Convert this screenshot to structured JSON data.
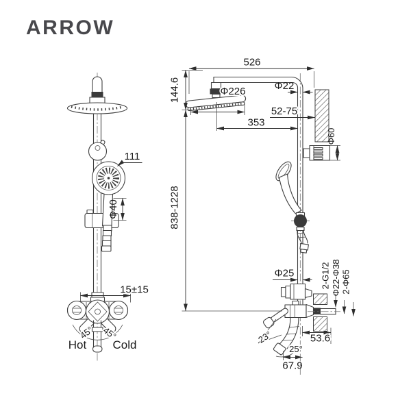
{
  "brand": {
    "logo": "ARROW"
  },
  "colors": {
    "line": "#3f3f3f",
    "text": "#1a1a1a",
    "logo": "#48484c",
    "background": "#ffffff",
    "hatch": "#5a5a5a"
  },
  "front_view": {
    "labels": {
      "hand_shower_diameter": "111",
      "hose_diameter": "Φ40",
      "inlet_offset": "15±15",
      "left_handle_angle": "45°",
      "right_handle_angle": "45°",
      "hot_inlet": "Hot",
      "cold_inlet": "Cold"
    }
  },
  "side_view": {
    "labels": {
      "arm_width": "526",
      "head_drop": "144.6",
      "head_diameter": "Φ226",
      "pipe_diameter": "Φ22",
      "wall_clearance": "52-75",
      "arm_projection": "353",
      "bracket_diameter": "Φ60",
      "riser_height_range": "838-1228",
      "hose_fitting_diameter": "Φ25",
      "inlet_thread": "2-G1/2",
      "concealed_pipe_range": "Φ22-Φ38",
      "escutcheon_diameter": "2-Φ65",
      "spout_wall_offset": "53.6",
      "handle_angle": "23°",
      "spout_angle": "25°",
      "spout_projection": "67.9"
    }
  }
}
